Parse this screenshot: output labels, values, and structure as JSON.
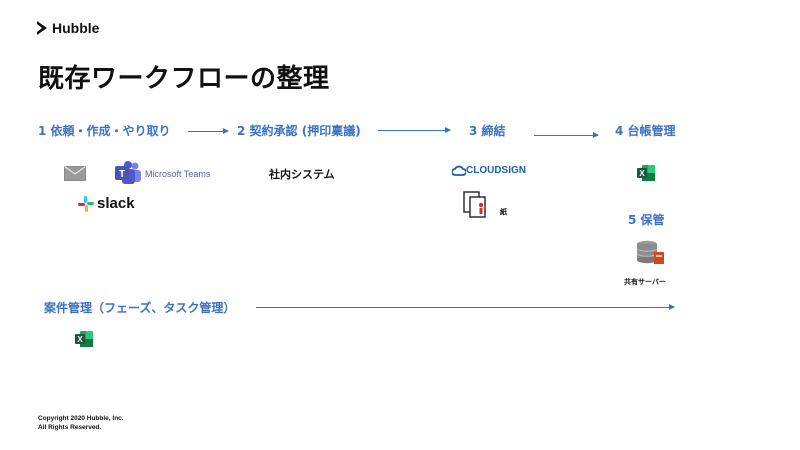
{
  "brand": {
    "name": "Hubble"
  },
  "title": "既存ワークフローの整理",
  "steps": [
    {
      "label": "1  依頼・作成・やり取り"
    },
    {
      "label": "2  契約承認 (押印稟議)"
    },
    {
      "label": "3  締結"
    },
    {
      "label": "4  台帳管理"
    },
    {
      "label": "5  保管"
    }
  ],
  "tools": {
    "teams": "Microsoft Teams",
    "slack": "slack",
    "internal_system": "社内システム",
    "cloudsign": "CLOUDSIGN",
    "paper": "紙",
    "shared_server": "共有サーバー"
  },
  "case_management": {
    "label": "案件管理（フェーズ、タスク管理）"
  },
  "footer": {
    "line1": "Copyright 2020 Hubble, Inc.",
    "line2": "All Rights Reserved."
  },
  "colors": {
    "accent": "#3b72c4",
    "excel_green": "#1d7044",
    "teams_purple": "#5059c9"
  },
  "icons": [
    "hubble-logo-icon",
    "mail-icon",
    "teams-icon",
    "slack-icon",
    "cloud-icon",
    "document-icon",
    "excel-icon",
    "database-icon"
  ]
}
